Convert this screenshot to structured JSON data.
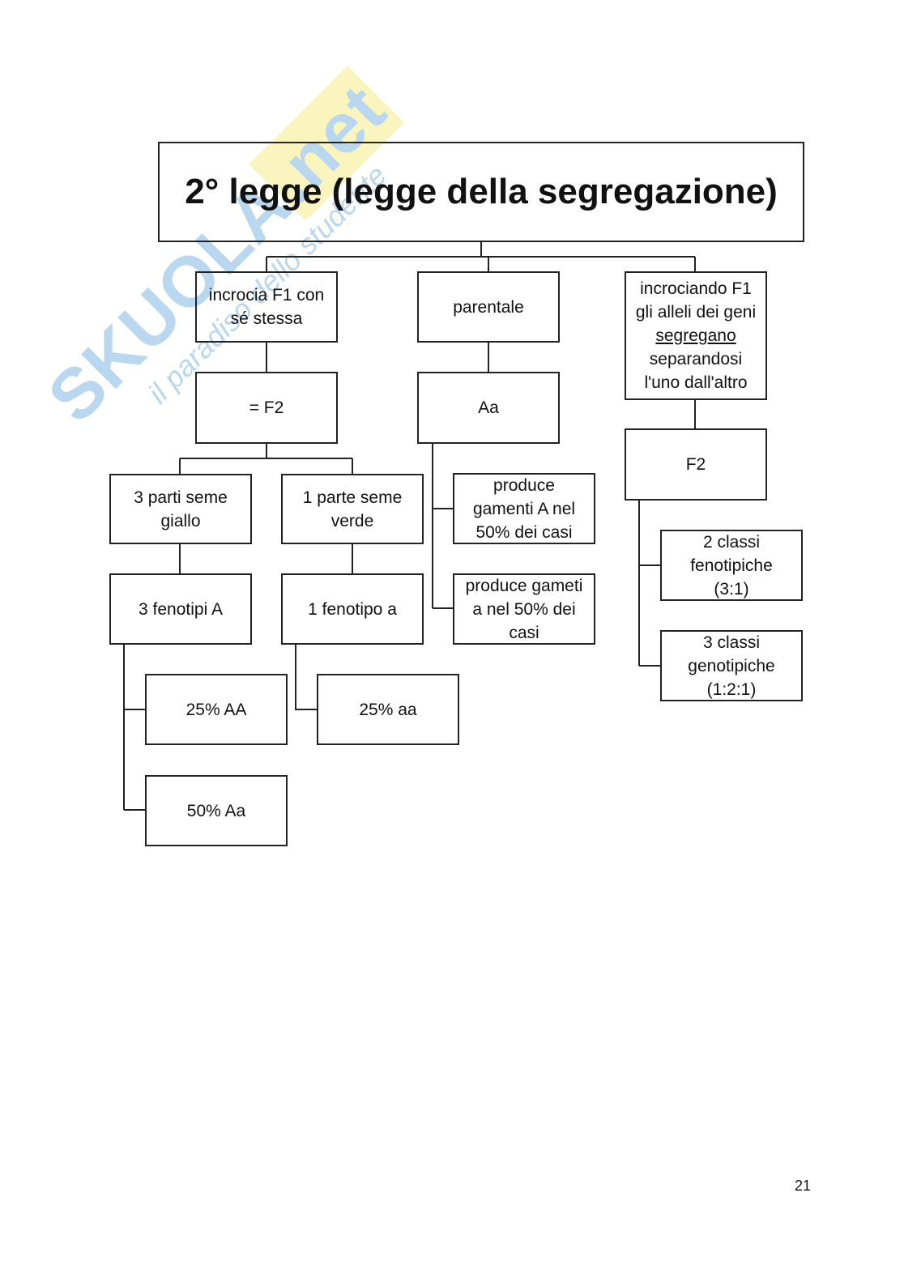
{
  "watermark": {
    "brand": "SKUOLA",
    "suffix": ".net",
    "tagline": "il paradiso dello studente"
  },
  "title": "2° legge (legge della segregazione)",
  "nodes": {
    "incrocia": "incrocia  F1 con\nsé stessa",
    "f2_left": "= F2",
    "parti_giallo": "3 parti seme\ngiallo",
    "parte_verde": "1 parte seme\nverde",
    "fenotipi_A": "3 fenotipi A",
    "fenotipo_a": "1 fenotipo a",
    "pct_AA": "25% AA",
    "pct_Aa": "50% Aa",
    "pct_aa": "25% aa",
    "parentale": "parentale",
    "Aa": "Aa",
    "produce_A": "produce\ngamenti A nel\n50% dei casi",
    "produce_a": "produce gameti\na nel 50% dei\ncasi",
    "incrociando_1": "incrociando F1\ngli alleli dei geni",
    "incrociando_underlined": "segregano",
    "incrociando_2": "separandosi\nl'uno dall'altro",
    "f2_right": "F2",
    "classi_fenotipiche": "2 classi\nfenotipiche\n(3:1)",
    "classi_genotipiche": "3 classi\ngenotipiche\n(1:2:1)"
  },
  "page_number": "21"
}
